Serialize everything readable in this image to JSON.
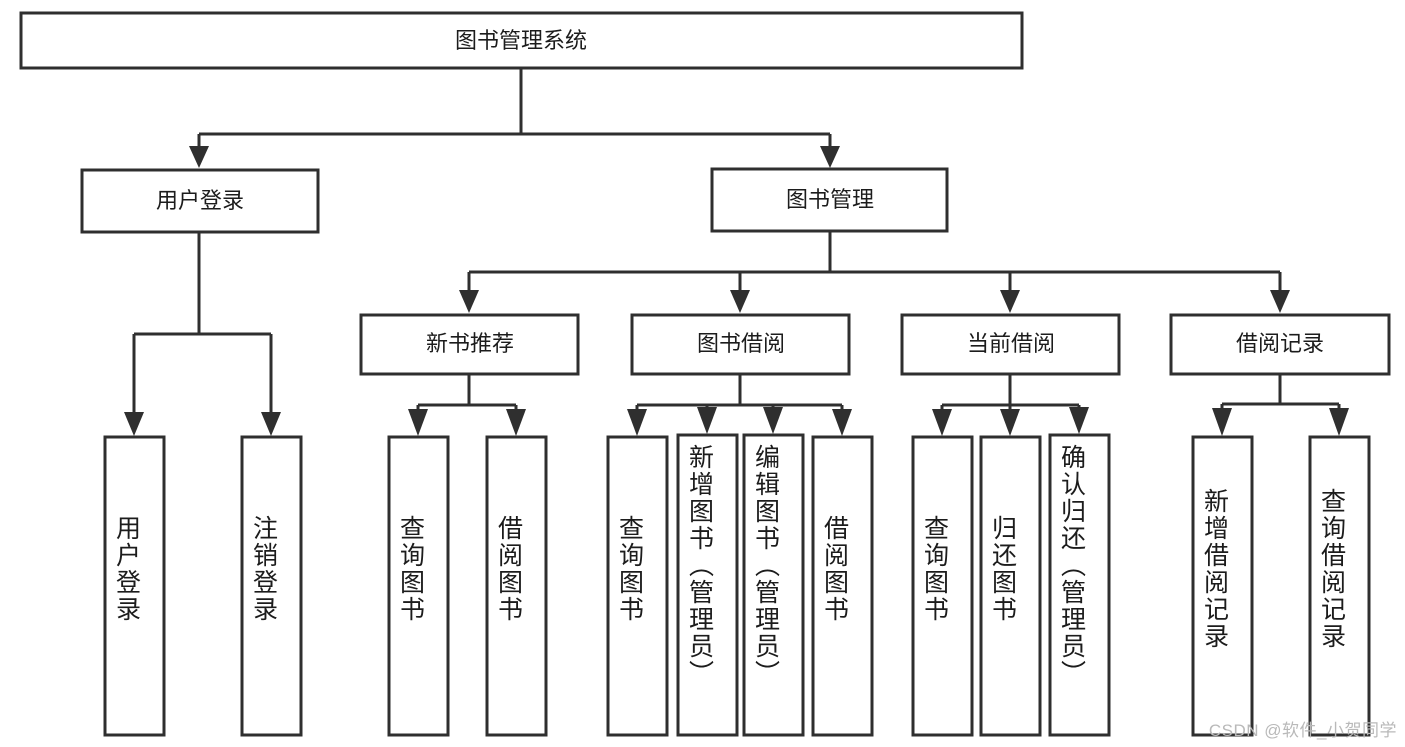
{
  "diagram": {
    "type": "hierarchy-tree",
    "title": "图书管理系统",
    "root": {
      "id": "root",
      "label": "图书管理系统"
    },
    "level1": [
      {
        "id": "user-login",
        "label": "用户登录"
      },
      {
        "id": "book-management",
        "label": "图书管理"
      }
    ],
    "level2": [
      {
        "id": "new-book-recommend",
        "label": "新书推荐",
        "parent": "book-management"
      },
      {
        "id": "book-borrow",
        "label": "图书借阅",
        "parent": "book-management"
      },
      {
        "id": "current-borrow",
        "label": "当前借阅",
        "parent": "book-management"
      },
      {
        "id": "borrow-record",
        "label": "借阅记录",
        "parent": "book-management"
      }
    ],
    "leaves": [
      {
        "id": "leaf-user-login",
        "label": "用户登录",
        "parent": "user-login"
      },
      {
        "id": "leaf-logout-login",
        "label": "注销登录",
        "parent": "user-login"
      },
      {
        "id": "leaf-query-book-1",
        "label": "查询图书",
        "parent": "new-book-recommend"
      },
      {
        "id": "leaf-borrow-book-1",
        "label": "借阅图书",
        "parent": "new-book-recommend"
      },
      {
        "id": "leaf-query-book-2",
        "label": "查询图书",
        "parent": "book-borrow"
      },
      {
        "id": "leaf-add-book",
        "label": "新增图书（管理员）",
        "parent": "book-borrow"
      },
      {
        "id": "leaf-edit-book",
        "label": "编辑图书（管理员）",
        "parent": "book-borrow"
      },
      {
        "id": "leaf-borrow-book-2",
        "label": "借阅图书",
        "parent": "book-borrow"
      },
      {
        "id": "leaf-query-book-3",
        "label": "查询图书",
        "parent": "current-borrow"
      },
      {
        "id": "leaf-return-book",
        "label": "归还图书",
        "parent": "current-borrow"
      },
      {
        "id": "leaf-confirm-return",
        "label": "确认归还（管理员）",
        "parent": "current-borrow"
      },
      {
        "id": "leaf-add-record",
        "label": "新增借阅记录",
        "parent": "borrow-record"
      },
      {
        "id": "leaf-query-record",
        "label": "查询借阅记录",
        "parent": "borrow-record"
      }
    ],
    "colors": {
      "box_stroke": "#2f2f2f",
      "box_fill": "#ffffff",
      "connector": "#2f2f2f",
      "text": "#1c1c1c",
      "background": "#ffffff",
      "watermark": "#b9b9b9"
    }
  },
  "watermark": {
    "text": "CSDN @软件_小贺同学"
  }
}
